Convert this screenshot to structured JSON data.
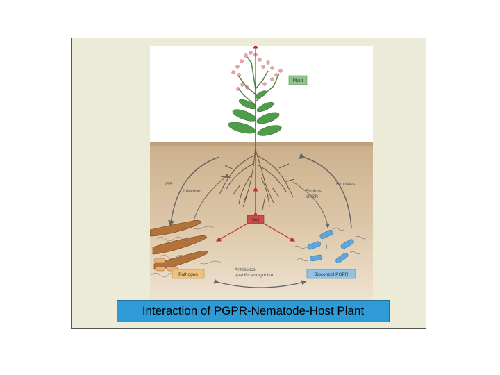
{
  "figure": {
    "labels": {
      "plant": "Plant",
      "isr": "ISR",
      "infection": "Infection",
      "exudates": "Exudates",
      "elicitors": [
        "Elicitors",
        "of ISR"
      ],
      "soil": "Soil",
      "pathogen": "Pathogen",
      "biocontrol": "Biocontrol PGPR",
      "antibiotics": [
        "Antibiotics,",
        "specific antagonism"
      ]
    },
    "colors": {
      "sky": "#ffffff",
      "soil": "#d8c2a4",
      "plant_box": "#8fc58a",
      "soil_box": "#cc4b46",
      "pathogen_box": "#f1c27a",
      "biocontrol_box": "#8fc3e8",
      "arrow_red": "#b8332e"
    }
  },
  "caption": {
    "text": "Interaction of PGPR-Nematode-Host Plant",
    "background": "#2f9bd6"
  }
}
